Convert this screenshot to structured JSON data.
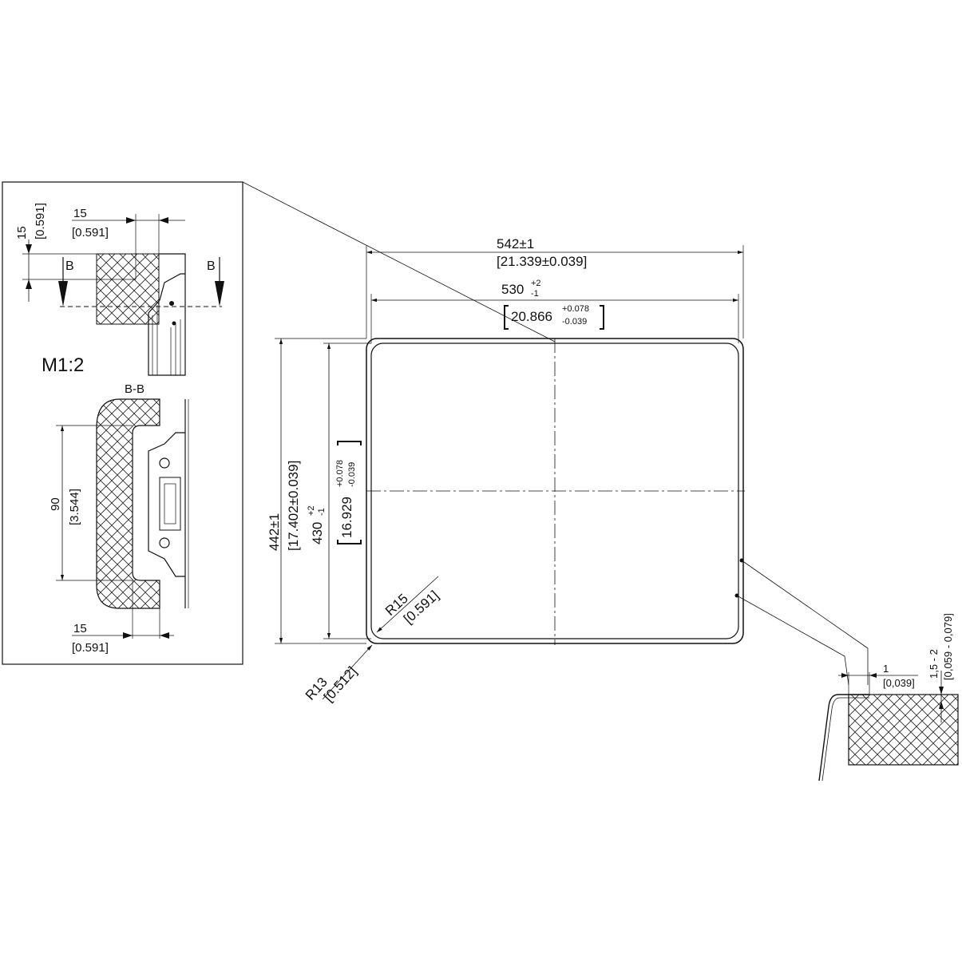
{
  "detail": {
    "scale": "M1:2",
    "top_dims": {
      "vertical_mm": "15",
      "vertical_in": "[0.591]",
      "horizontal_mm": "15",
      "horizontal_in": "[0.591]"
    },
    "section_marker_left": "B",
    "section_marker_right": "B",
    "section_title": "B-B",
    "section_height_mm": "90",
    "section_height_in": "[3.544]",
    "bottom_dims": {
      "width_mm": "15",
      "width_in": "[0.591]"
    }
  },
  "main": {
    "outer_width": "542±1",
    "outer_width_in": "[21.339±0.039]",
    "inner_width_base": "530",
    "inner_width_tol_plus": "+2",
    "inner_width_tol_minus": "-1",
    "inner_width_in_base": "20.866",
    "inner_width_in_tol_plus": "+0.078",
    "inner_width_in_tol_minus": "-0.039",
    "outer_height": "442±1",
    "outer_height_in": "[17.402±0.039]",
    "inner_height_base": "430",
    "inner_height_tol_plus": "+2",
    "inner_height_tol_minus": "-1",
    "inner_height_in_base": "16.929",
    "inner_height_in_tol_plus": "+0.078",
    "inner_height_in_tol_minus": "-0.039",
    "inner_radius": "R15",
    "inner_radius_in": "[0.591]",
    "outer_radius": "R13",
    "outer_radius_in": "[0.512]"
  },
  "edge_detail": {
    "gap_mm": "1",
    "gap_in": "[0,039]",
    "depth_mm": "1,5 - 2",
    "depth_in": "[0,059 - 0,079]"
  }
}
